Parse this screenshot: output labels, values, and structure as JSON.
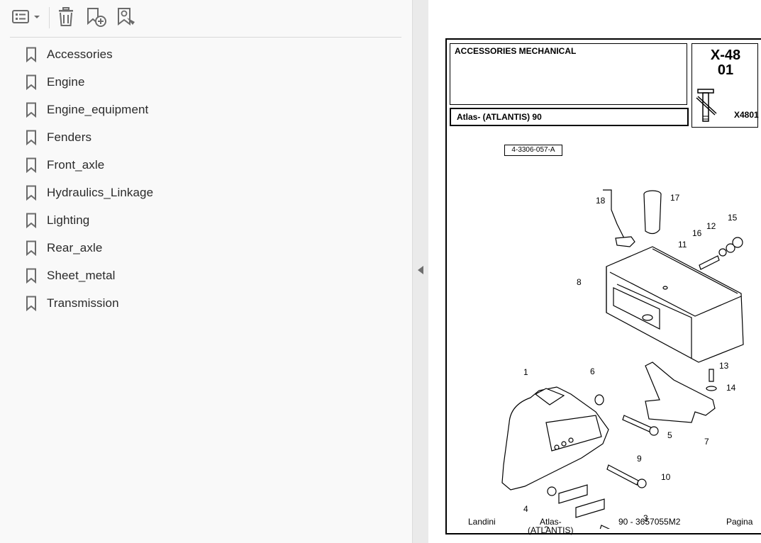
{
  "toolbar": {
    "options_icon": "list-options-icon",
    "delete_icon": "trash-icon",
    "add_icon": "add-bookmark-icon",
    "search_icon": "bookmark-search-icon"
  },
  "bookmarks": [
    {
      "label": "Accessories"
    },
    {
      "label": "Engine"
    },
    {
      "label": "Engine_equipment"
    },
    {
      "label": "Fenders"
    },
    {
      "label": "Front_axle"
    },
    {
      "label": "Hydraulics_Linkage"
    },
    {
      "label": "Lighting"
    },
    {
      "label": "Rear_axle"
    },
    {
      "label": "Sheet_metal"
    },
    {
      "label": "Transmission"
    }
  ],
  "document": {
    "title": "ACCESSORIES MECHANICAL",
    "model": "Atlas- (ATLANTIS) 90",
    "ref_code_line1": "X-48",
    "ref_code_line2": "01",
    "ref_image": "X4801",
    "diagram_code": "4-3306-057-A",
    "callouts": [
      "1",
      "2",
      "3",
      "4",
      "5",
      "6",
      "7",
      "8",
      "9",
      "10",
      "11",
      "12",
      "13",
      "14",
      "15",
      "16",
      "17",
      "18"
    ],
    "footer": {
      "brand": "Landini",
      "model_line1": "Atlas-",
      "model_line2": "(ATLANTIS)",
      "part": "90 - 3657055M2",
      "page": "Pagina"
    }
  },
  "colors": {
    "panel_bg": "#f9f9f9",
    "splitter_bg": "#eaeaea",
    "icon_gray": "#6b6b6b"
  }
}
